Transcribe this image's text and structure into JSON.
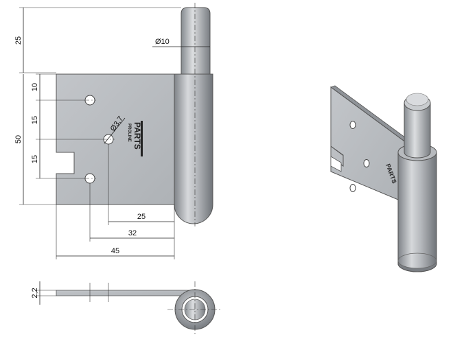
{
  "dimensions": {
    "pin_length": "25",
    "pin_diameter": "Ø10",
    "hole_pitch_top": "10",
    "hole_pitch_mid": "15",
    "hole_pitch_low": "15",
    "leaf_height": "50",
    "hole_diameter": "Ø3,7",
    "offset_25": "25",
    "offset_32": "32",
    "total_width": "45",
    "thickness": "2,2"
  },
  "logo": {
    "brand": "PARTS",
    "sub": "PROLINE"
  },
  "colors": {
    "steel": "#b9bcc0",
    "steel_dark": "#8d9196",
    "steel_light": "#d8dadd",
    "line": "#222222"
  }
}
